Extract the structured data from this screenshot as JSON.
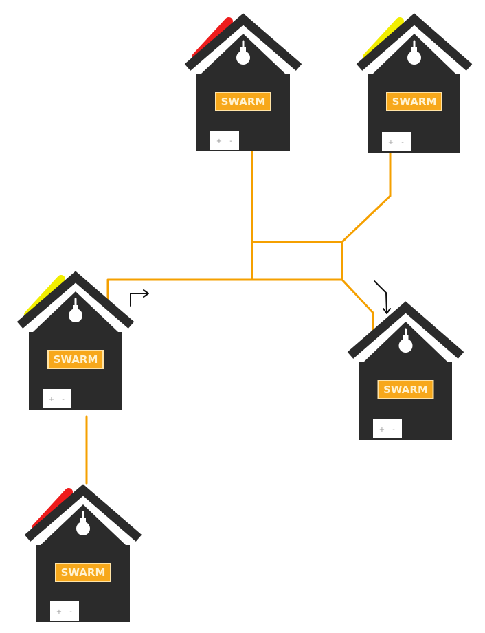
{
  "colors": {
    "background": "#ffffff",
    "house_body": "#2b2b2b",
    "house_roof": "#2b2b2b",
    "roof_gap": "#ffffff",
    "wire": "#f5a000",
    "label_fill": "#f7a81b",
    "label_border": "#ffe3a6",
    "label_text": "#fff2cf",
    "battery_fill": "#ffffff",
    "battery_text": "#9a9a9a",
    "bulb": "#ffffff",
    "arrow": "#111111",
    "panel_red": "#ee1c1c",
    "panel_yellow": "#f2ee00"
  },
  "houses": [
    {
      "id": "house-top-center",
      "label": "SWARM",
      "battery_plus": "+",
      "battery_minus": "-",
      "solar_panel": "red",
      "light_icon": "bulb-icon"
    },
    {
      "id": "house-top-right",
      "label": "SWARM",
      "battery_plus": "+",
      "battery_minus": "-",
      "solar_panel": "yellow",
      "light_icon": "bulb-icon"
    },
    {
      "id": "house-middle-left",
      "label": "SWARM",
      "battery_plus": "+",
      "battery_minus": "-",
      "solar_panel": "yellow",
      "light_icon": "bulb-icon"
    },
    {
      "id": "house-middle-right",
      "label": "SWARM",
      "battery_plus": "+",
      "battery_minus": "-",
      "solar_panel": "none",
      "light_icon": "bulb-icon"
    },
    {
      "id": "house-bottom-left",
      "label": "SWARM",
      "battery_plus": "+",
      "battery_minus": "-",
      "solar_panel": "red",
      "light_icon": "bulb-icon"
    }
  ],
  "flow_arrows": [
    {
      "name": "flow-arrow-right-icon",
      "direction": "outgoing"
    },
    {
      "name": "flow-arrow-down-icon",
      "direction": "incoming"
    }
  ]
}
